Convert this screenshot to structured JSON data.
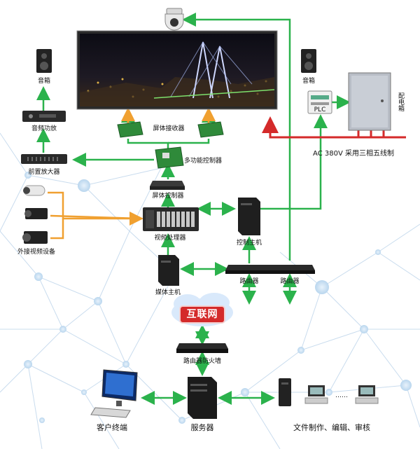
{
  "labels": {
    "speaker_left": "音箱",
    "speaker_right": "音箱",
    "audio_amp": "音频功放",
    "pre_amp": "前置放大器",
    "external_video": "外接视频设备",
    "screen_receiver": "屏体接收器",
    "multi_controller": "多功能控制器",
    "screen_controller": "屏体控制器",
    "video_processor": "视频处理器",
    "control_host": "控制主机",
    "media_host": "媒体主机",
    "router1": "路由器",
    "router2": "路由器",
    "internet": "互联网",
    "router_firewall": "路由器防火墙",
    "client": "客户终端",
    "server": "服务器",
    "workstations": "文件制作、编辑、审核",
    "plc": "PLC",
    "distribution_box": "配电箱",
    "power_line": "AC 380V 采用三相五线制",
    "dots": "……"
  },
  "colors": {
    "green": "#2bb24c",
    "orange": "#f0a030",
    "red": "#d42a2a"
  }
}
